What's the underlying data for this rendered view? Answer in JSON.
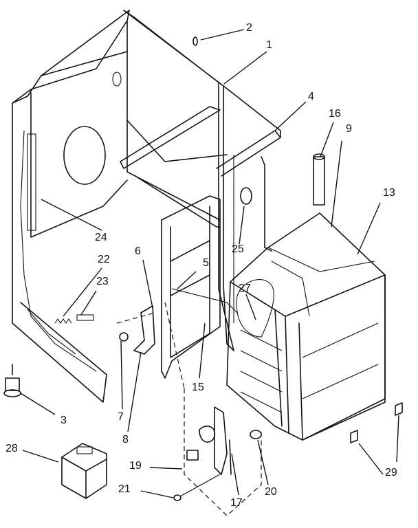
{
  "callouts": [
    {
      "id": "1",
      "label": "1"
    },
    {
      "id": "2",
      "label": "2"
    },
    {
      "id": "3",
      "label": "3"
    },
    {
      "id": "4",
      "label": "4"
    },
    {
      "id": "5",
      "label": "5"
    },
    {
      "id": "6",
      "label": "6"
    },
    {
      "id": "7",
      "label": "7"
    },
    {
      "id": "8",
      "label": "8"
    },
    {
      "id": "9",
      "label": "9"
    },
    {
      "id": "13",
      "label": "13"
    },
    {
      "id": "15",
      "label": "15"
    },
    {
      "id": "16",
      "label": "16"
    },
    {
      "id": "17",
      "label": "17"
    },
    {
      "id": "19",
      "label": "19"
    },
    {
      "id": "20",
      "label": "20"
    },
    {
      "id": "21",
      "label": "21"
    },
    {
      "id": "22",
      "label": "22"
    },
    {
      "id": "23",
      "label": "23"
    },
    {
      "id": "24",
      "label": "24"
    },
    {
      "id": "25",
      "label": "25"
    },
    {
      "id": "27",
      "label": "27"
    },
    {
      "id": "28",
      "label": "28"
    },
    {
      "id": "29",
      "label": "29"
    }
  ]
}
